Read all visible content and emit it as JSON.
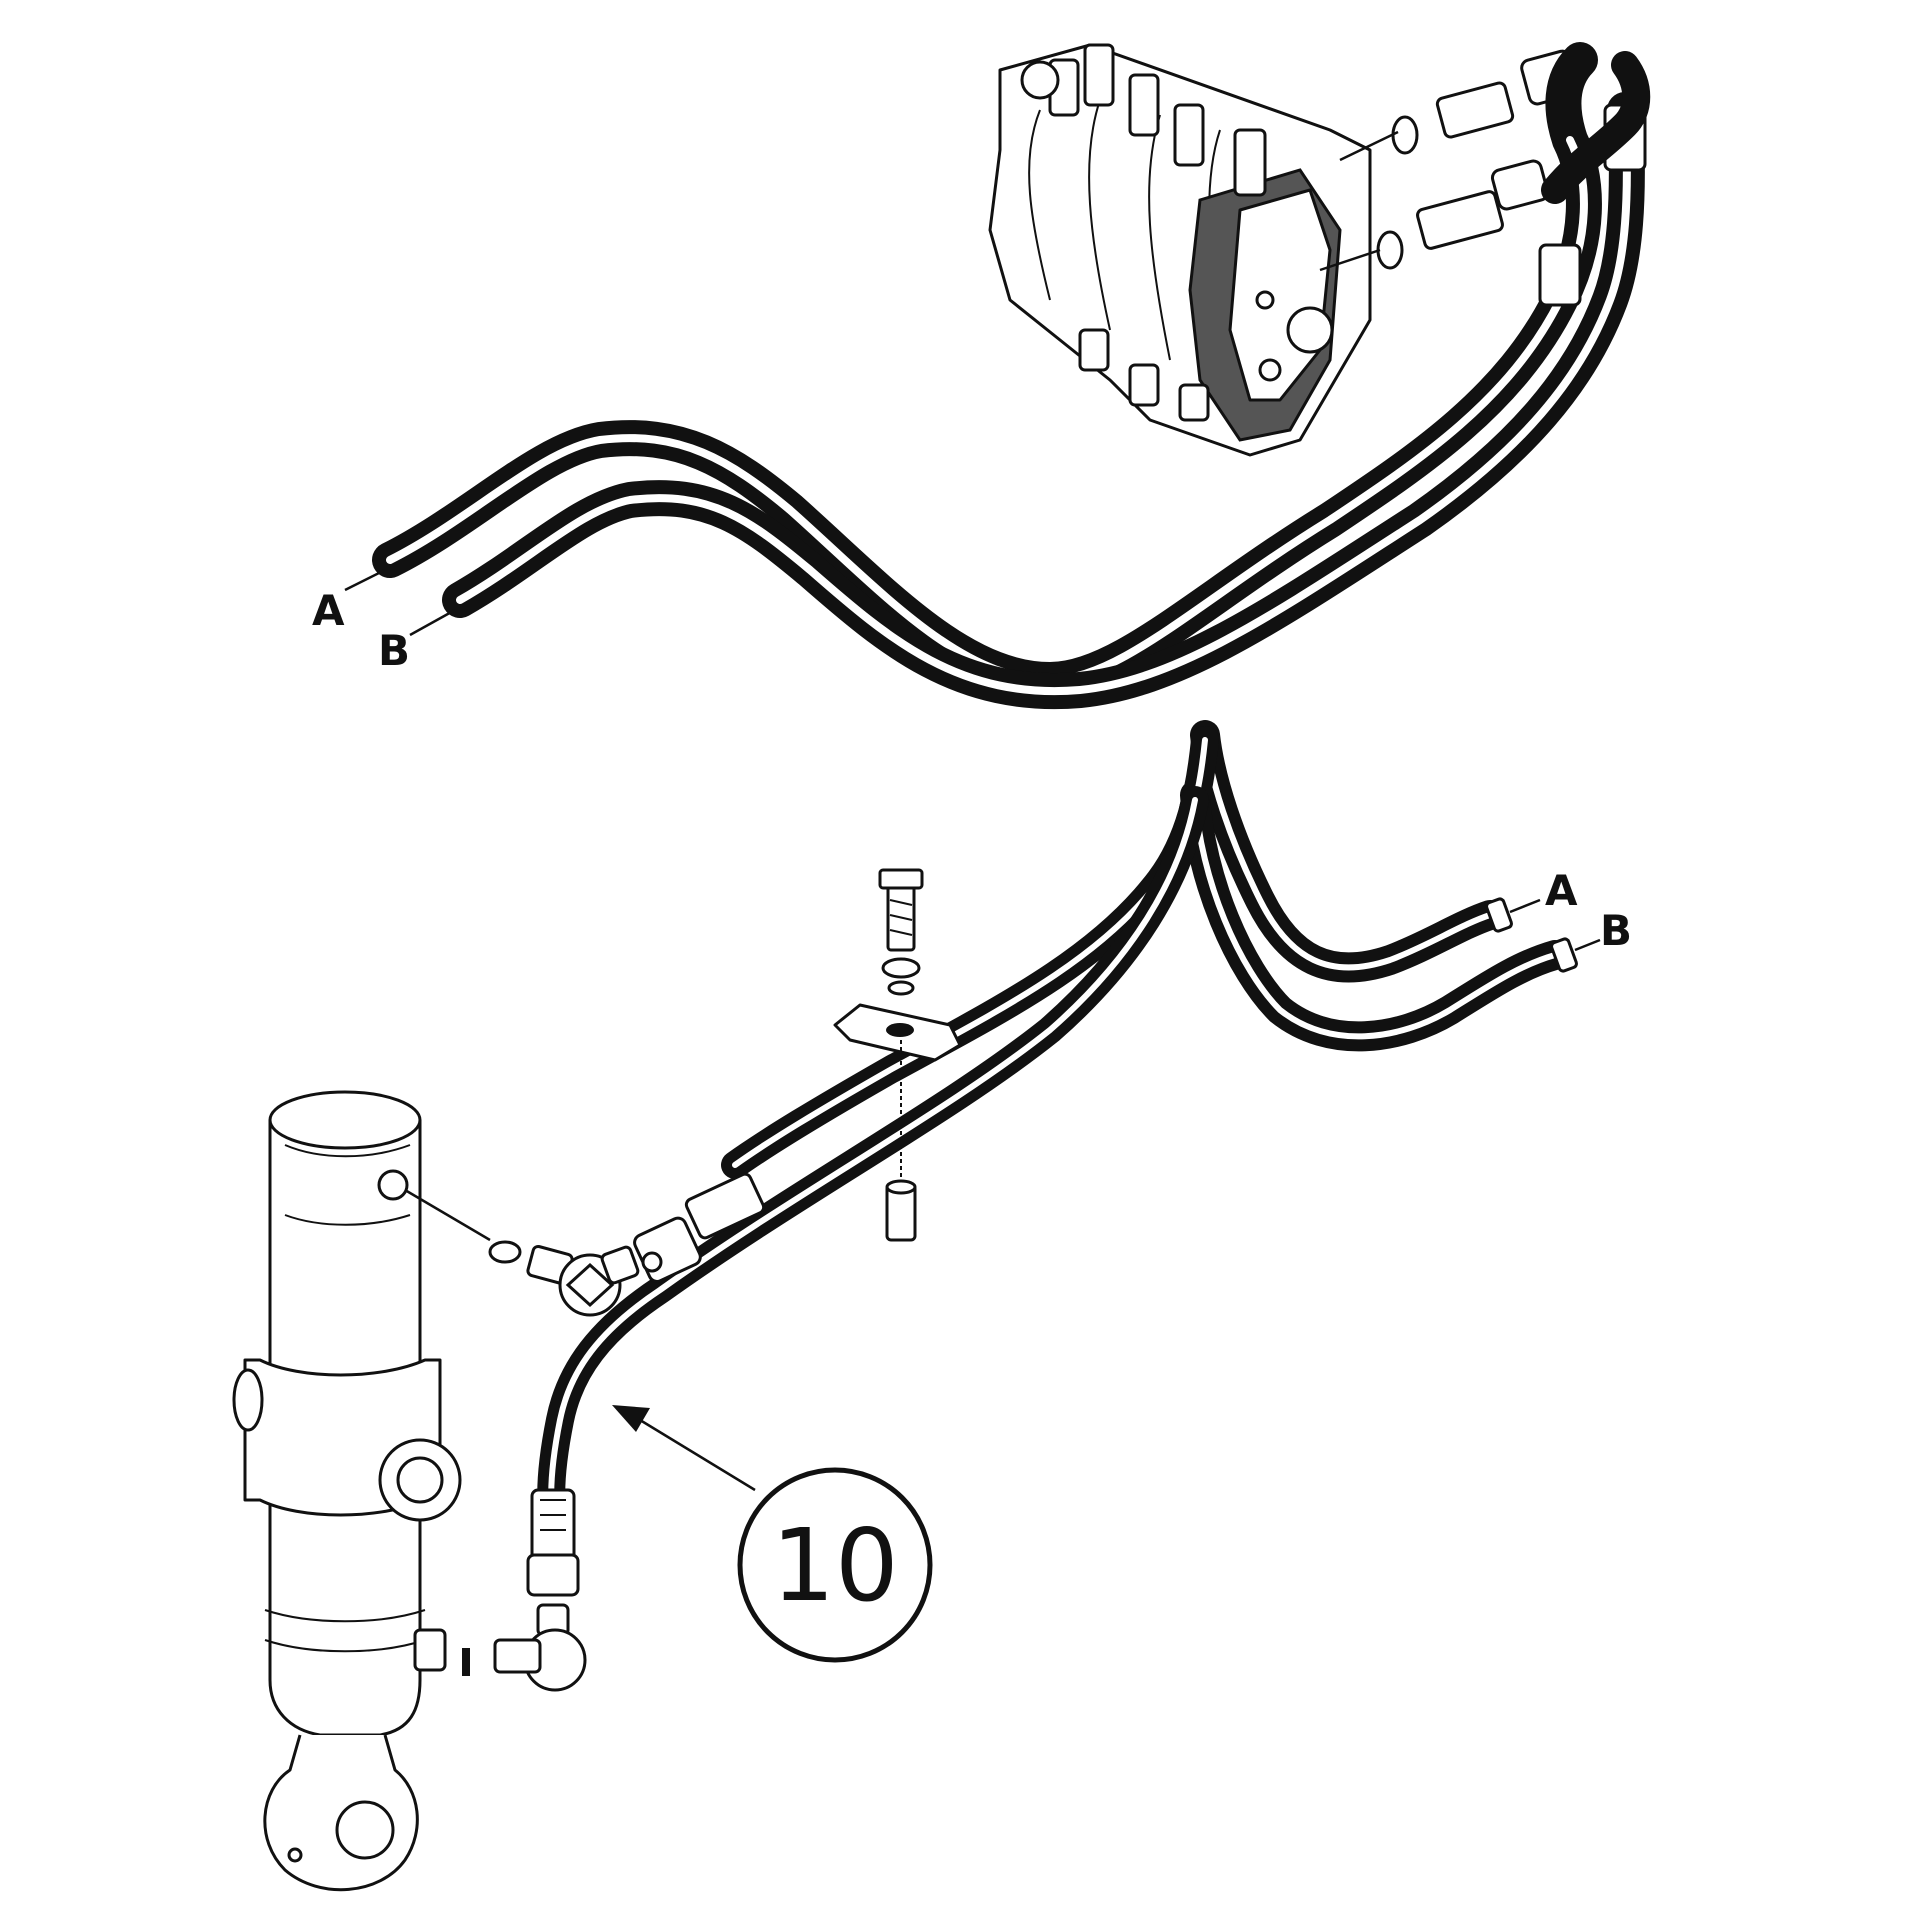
{
  "labels": {
    "upper_a": "A",
    "upper_b": "B",
    "lower_a": "A",
    "lower_b": "B"
  },
  "callout": {
    "number": "10"
  },
  "colors": {
    "ink": "#111111",
    "paper": "#ffffff"
  }
}
